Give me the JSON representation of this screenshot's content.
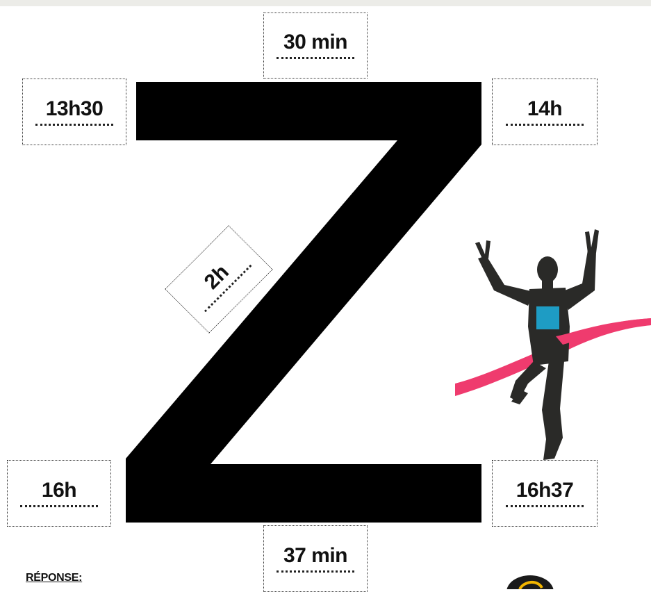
{
  "labels": {
    "top": "30 min",
    "top_left": "13h30",
    "top_right": "14h",
    "diagonal": "2h",
    "bottom_left": "16h",
    "bottom_right": "16h37",
    "bottom": "37 min"
  },
  "answer_label": "RÉPONSE:",
  "colors": {
    "letter": "#000000",
    "runner": "#2a2a28",
    "bib": "#1e9cc4",
    "ribbon": "#ef3b6e",
    "watch_ring": "#f2b500"
  },
  "icons": {
    "figure": "runner-finish-line-icon",
    "corner": "stopwatch-icon"
  }
}
